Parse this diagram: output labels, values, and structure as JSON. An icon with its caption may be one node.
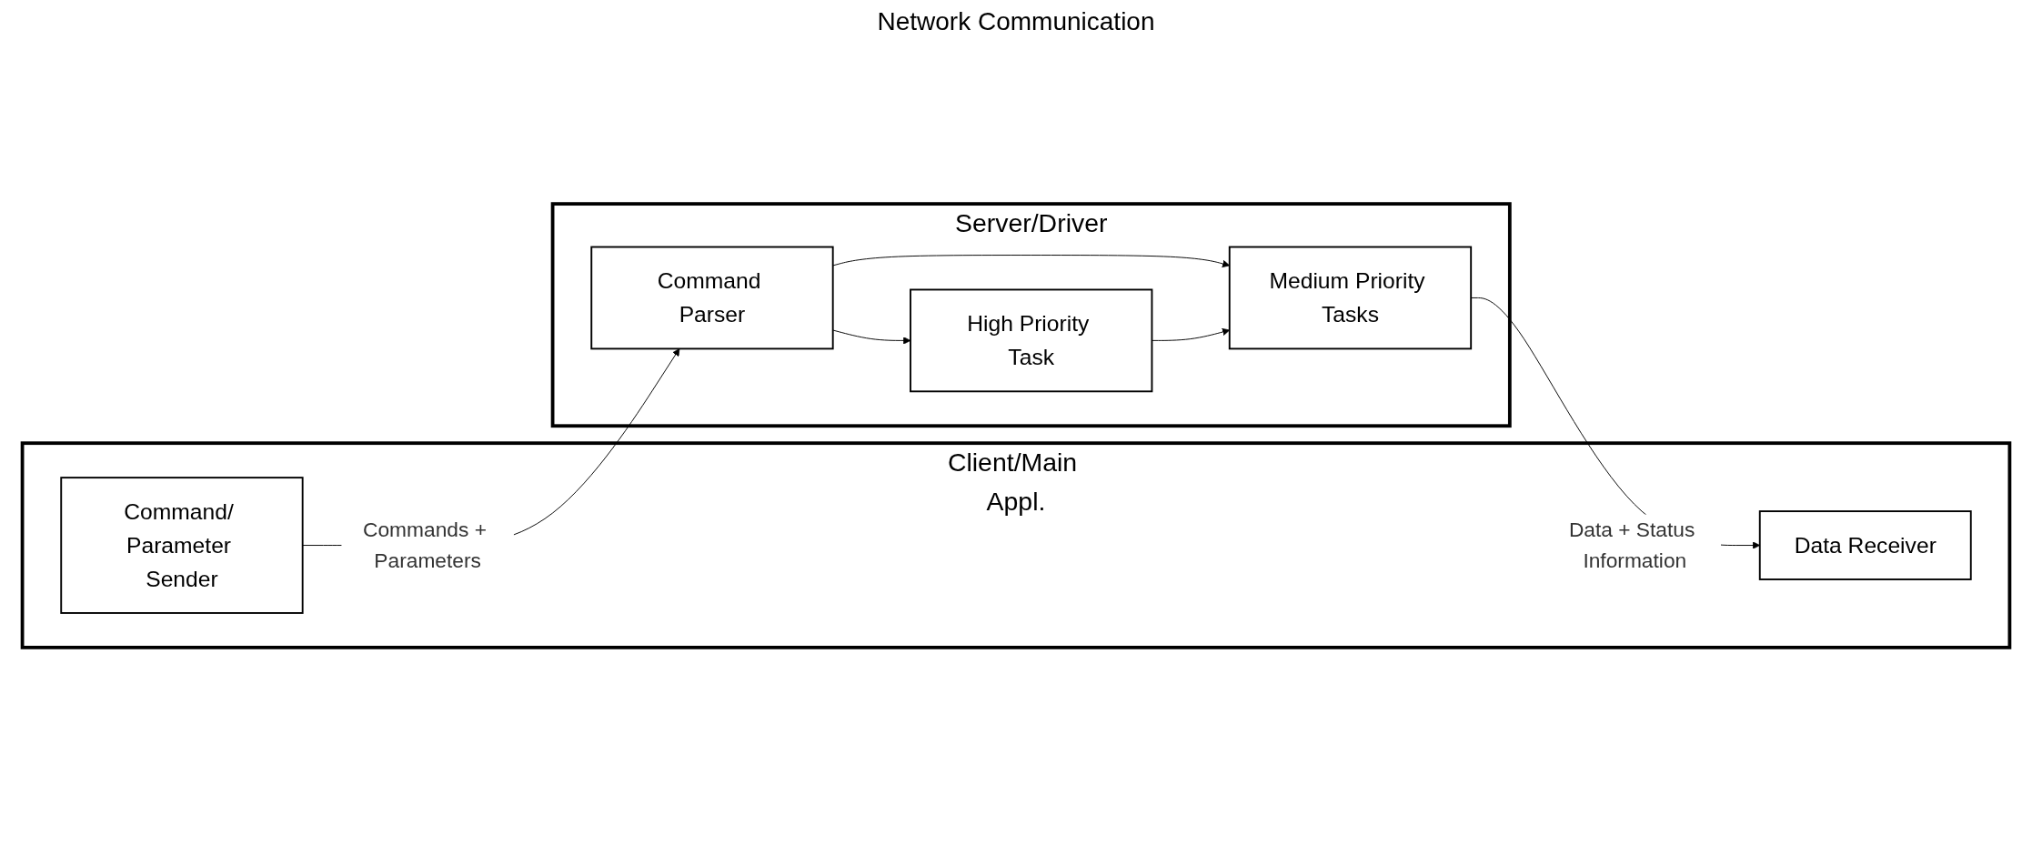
{
  "diagram": {
    "nodes": [
      {
        "text": [
          "Client/Main Appl."
        ]
      },
      {
        "text": [
          "Command/ Parameter Sender"
        ],
        "in": 0
      },
      {
        "text": [
          "Data Receiver"
        ],
        "in": 0
      },
      {
        "text": [
          "Server/Driver"
        ]
      },
      {
        "text": [
          "Command Parser"
        ],
        "in": 3
      },
      {
        "text": [
          "Medium Priority Tasks"
        ],
        "in": 3
      },
      {
        "text": [
          "High Priority Task"
        ],
        "in": 3
      }
    ],
    "edges": [
      {
        "from": 1,
        "to": 4,
        "arrow": "to",
        "label": "Commands + Parameters"
      },
      {
        "from": 5,
        "to": 2,
        "arrow": "to",
        "label": "Data + Status Information"
      },
      {
        "from": 4,
        "to": 6,
        "arrow": "to"
      },
      {
        "from": 4,
        "to": 5,
        "arrow": "to"
      },
      {
        "from": 6,
        "to": 5,
        "arrow": "to"
      }
    ],
    "labels": [
      "Network Communication"
    ]
  }
}
